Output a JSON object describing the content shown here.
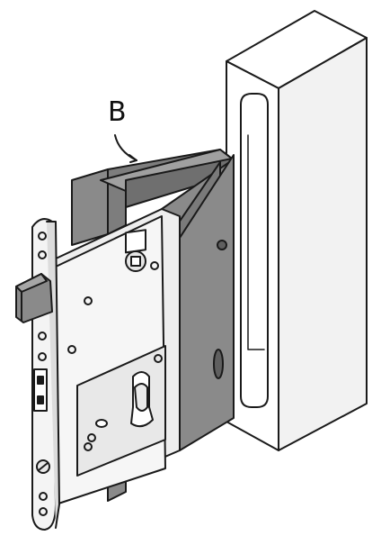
{
  "figure": {
    "callout_label": "B",
    "colors": {
      "outline": "#1a1a1a",
      "plate_light": "#f4f4f4",
      "plate_mid": "#e2e2e2",
      "bracket_gray": "#8a8a8a",
      "bracket_dark": "#6f6f6f",
      "case_white": "#ffffff"
    },
    "parts": [
      "mortise-lock-body",
      "lock-faceplate",
      "latch-bolt",
      "cylinder-cutout",
      "mounting-bracket",
      "strike-box"
    ]
  }
}
